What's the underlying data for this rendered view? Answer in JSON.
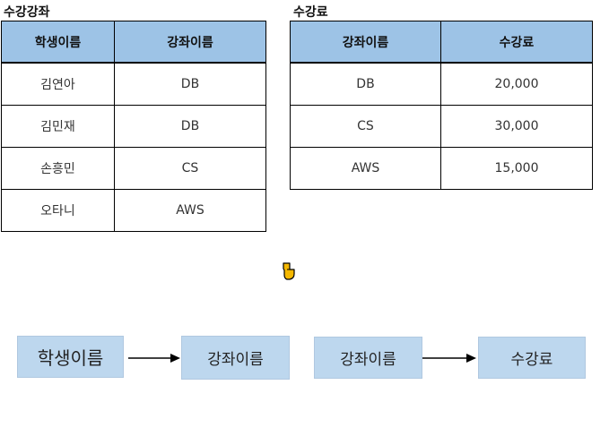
{
  "left_table": {
    "caption": "수강강좌",
    "headers": [
      "학생이름",
      "강좌이름"
    ],
    "rows": [
      [
        "김연아",
        "DB"
      ],
      [
        "김민재",
        "DB"
      ],
      [
        "손흥민",
        "CS"
      ],
      [
        "오타니",
        "AWS"
      ]
    ]
  },
  "right_table": {
    "caption": "수강료",
    "headers": [
      "강좌이름",
      "수강료"
    ],
    "rows": [
      [
        "DB",
        "20,000"
      ],
      [
        "CS",
        "30,000"
      ],
      [
        "AWS",
        "15,000"
      ]
    ]
  },
  "dependencies": [
    {
      "from": "학생이름",
      "to": "강좌이름"
    },
    {
      "from": "강좌이름",
      "to": "수강료"
    }
  ],
  "colors": {
    "header_fill": "#9dc3e6",
    "box_fill": "#bdd7ee",
    "cursor": "#f5b800"
  },
  "icons": {
    "cursor": "pointing-hand-cursor-icon"
  }
}
